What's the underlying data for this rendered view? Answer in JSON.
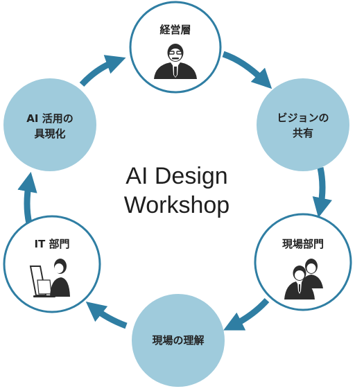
{
  "center": {
    "line1": "AI Design",
    "line2": "Workshop"
  },
  "nodes": {
    "executives": {
      "label": "経営層"
    },
    "vision": {
      "line1": "ビジョンの",
      "line2": "共有"
    },
    "field_dept": {
      "label": "現場部門"
    },
    "field_understanding": {
      "label": "現場の理解"
    },
    "it_dept": {
      "label": "IT 部門"
    },
    "ai_embody": {
      "line1": "AI 活用の",
      "line2": "具現化"
    }
  },
  "colors": {
    "ring_stroke": "#2f7ea3",
    "filled_node": "#9fcbdc",
    "outline_node_fill": "#ffffff",
    "arrow": "#2f7ea3",
    "icon_dark": "#2c2c2c"
  },
  "icons": {
    "executives": "businessman-icon",
    "field_dept": "team-icon",
    "it_dept": "laptop-user-icon"
  }
}
